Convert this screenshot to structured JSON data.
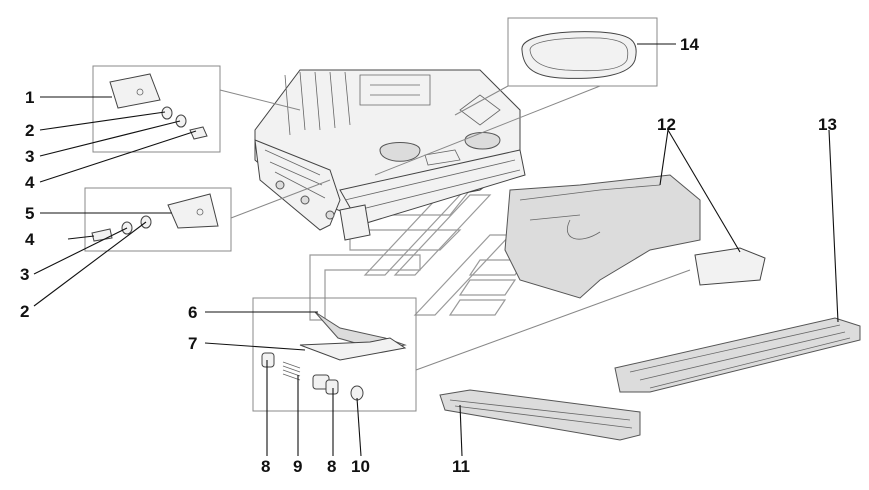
{
  "diagram": {
    "callouts": [
      {
        "id": "c1",
        "label": "1"
      },
      {
        "id": "c2a",
        "label": "2"
      },
      {
        "id": "c3a",
        "label": "3"
      },
      {
        "id": "c4a",
        "label": "4"
      },
      {
        "id": "c5",
        "label": "5"
      },
      {
        "id": "c4b",
        "label": "4"
      },
      {
        "id": "c3b",
        "label": "3"
      },
      {
        "id": "c2b",
        "label": "2"
      },
      {
        "id": "c6",
        "label": "6"
      },
      {
        "id": "c7",
        "label": "7"
      },
      {
        "id": "c8a",
        "label": "8"
      },
      {
        "id": "c9",
        "label": "9"
      },
      {
        "id": "c8b",
        "label": "8"
      },
      {
        "id": "c10",
        "label": "10"
      },
      {
        "id": "c11",
        "label": "11"
      },
      {
        "id": "c12",
        "label": "12"
      },
      {
        "id": "c13",
        "label": "13"
      },
      {
        "id": "c14",
        "label": "14"
      }
    ]
  }
}
